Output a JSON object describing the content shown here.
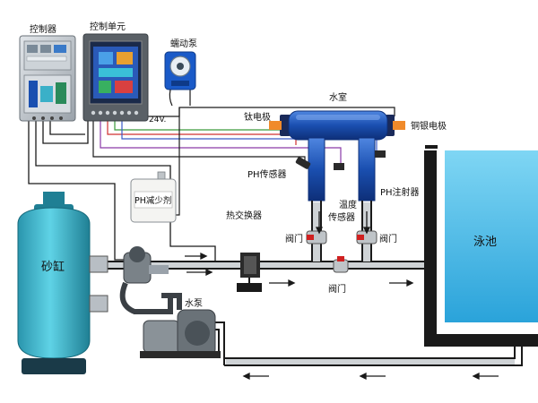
{
  "labels": {
    "controller": "控制器",
    "control_unit": "控制单元",
    "peristaltic_pump": "蠕动泵",
    "water_chamber": "水室",
    "titanium_electrode": "钛电极",
    "copper_silver_electrode": "铜银电极",
    "ph_sensor": "PH传感器",
    "temperature_sensor_line1": "温度",
    "temperature_sensor_line2": "传感器",
    "ph_injector": "PH注射器",
    "ph_reducer": "PH减少剂",
    "heat_exchanger": "热交换器",
    "sand_tank": "砂缸",
    "water_pump": "水泵",
    "pool": "泳池",
    "valve_left": "阀门",
    "valve_middle": "阀门",
    "valve_right": "阀门",
    "voltage": "24V."
  },
  "colors": {
    "pipe": "#1a1a1a",
    "tank_blue": "#3cb8d0",
    "pool_water": "#4fc0e8",
    "chamber_blue": "#1a4fb0",
    "electrode_orange": "#f08a2a",
    "electrode_dark": "#2a2a2a",
    "wire_red": "#d03030",
    "wire_green": "#3a9a3a",
    "wire_blue": "#3a5ac8",
    "valve_red": "#d02020",
    "device_gray": "#b8bec4"
  }
}
